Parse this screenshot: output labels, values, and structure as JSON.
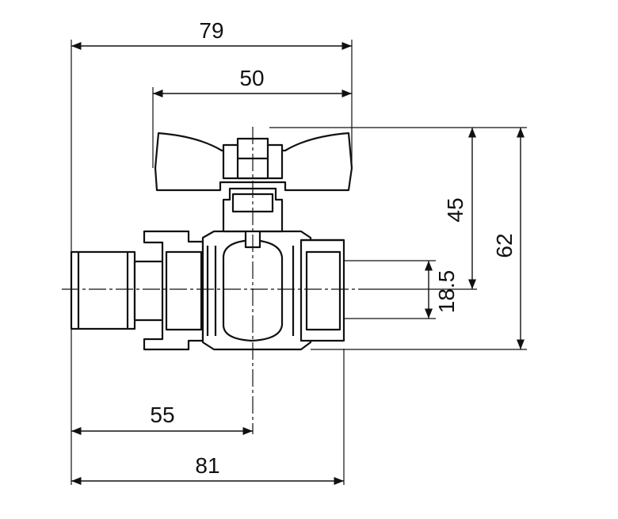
{
  "diagram": {
    "dimensions": {
      "overall_width_top": "79",
      "handle_width": "50",
      "handle_height": "45",
      "overall_height": "62",
      "bore_diameter": "18.5",
      "left_to_center": "55",
      "overall_length_bottom": "81"
    }
  }
}
